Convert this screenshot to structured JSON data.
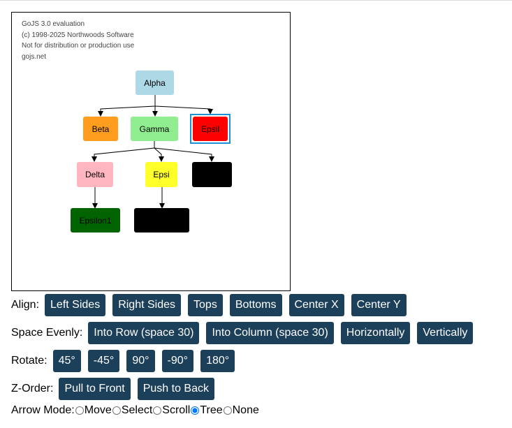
{
  "watermark": {
    "line1": "GoJS 3.0 evaluation",
    "line2": "(c) 1998-2025 Northwoods Software",
    "line3": "Not for distribution or production use",
    "line4": "gojs.net"
  },
  "diagram": {
    "nodes": [
      {
        "id": "alpha",
        "label": "Alpha",
        "color": "#add8e6"
      },
      {
        "id": "beta",
        "label": "Beta",
        "color": "#ff9e1e"
      },
      {
        "id": "gamma",
        "label": "Gamma",
        "color": "#90ee90"
      },
      {
        "id": "epsil",
        "label": "Epsil",
        "color": "#ff0000",
        "selected": true
      },
      {
        "id": "delta",
        "label": "Delta",
        "color": "#ffb6c1"
      },
      {
        "id": "epsi",
        "label": "Epsi",
        "color": "#ffff2a"
      },
      {
        "id": "black1",
        "label": "",
        "color": "#000000"
      },
      {
        "id": "epsilon1",
        "label": "Epsilon1",
        "color": "#006400"
      },
      {
        "id": "black2",
        "label": "",
        "color": "#000000"
      }
    ],
    "selection_color": "#1e90d8"
  },
  "align": {
    "label": "Align:",
    "buttons": [
      "Left Sides",
      "Right Sides",
      "Tops",
      "Bottoms",
      "Center X",
      "Center Y"
    ]
  },
  "space": {
    "label": "Space Evenly:",
    "buttons": [
      "Into Row (space 30)",
      "Into Column (space 30)",
      "Horizontally",
      "Vertically"
    ]
  },
  "rotate": {
    "label": "Rotate:",
    "buttons": [
      "45°",
      "-45°",
      "90°",
      "-90°",
      "180°"
    ]
  },
  "zorder": {
    "label": "Z-Order:",
    "buttons": [
      "Pull to Front",
      "Push to Back"
    ]
  },
  "arrow_mode": {
    "label": "Arrow Mode:",
    "options": [
      "Move",
      "Select",
      "Scroll",
      "Tree",
      "None"
    ],
    "selected": "Tree"
  },
  "colors": {
    "button_bg": "#1c3f5a",
    "button_text": "#ffffff"
  }
}
